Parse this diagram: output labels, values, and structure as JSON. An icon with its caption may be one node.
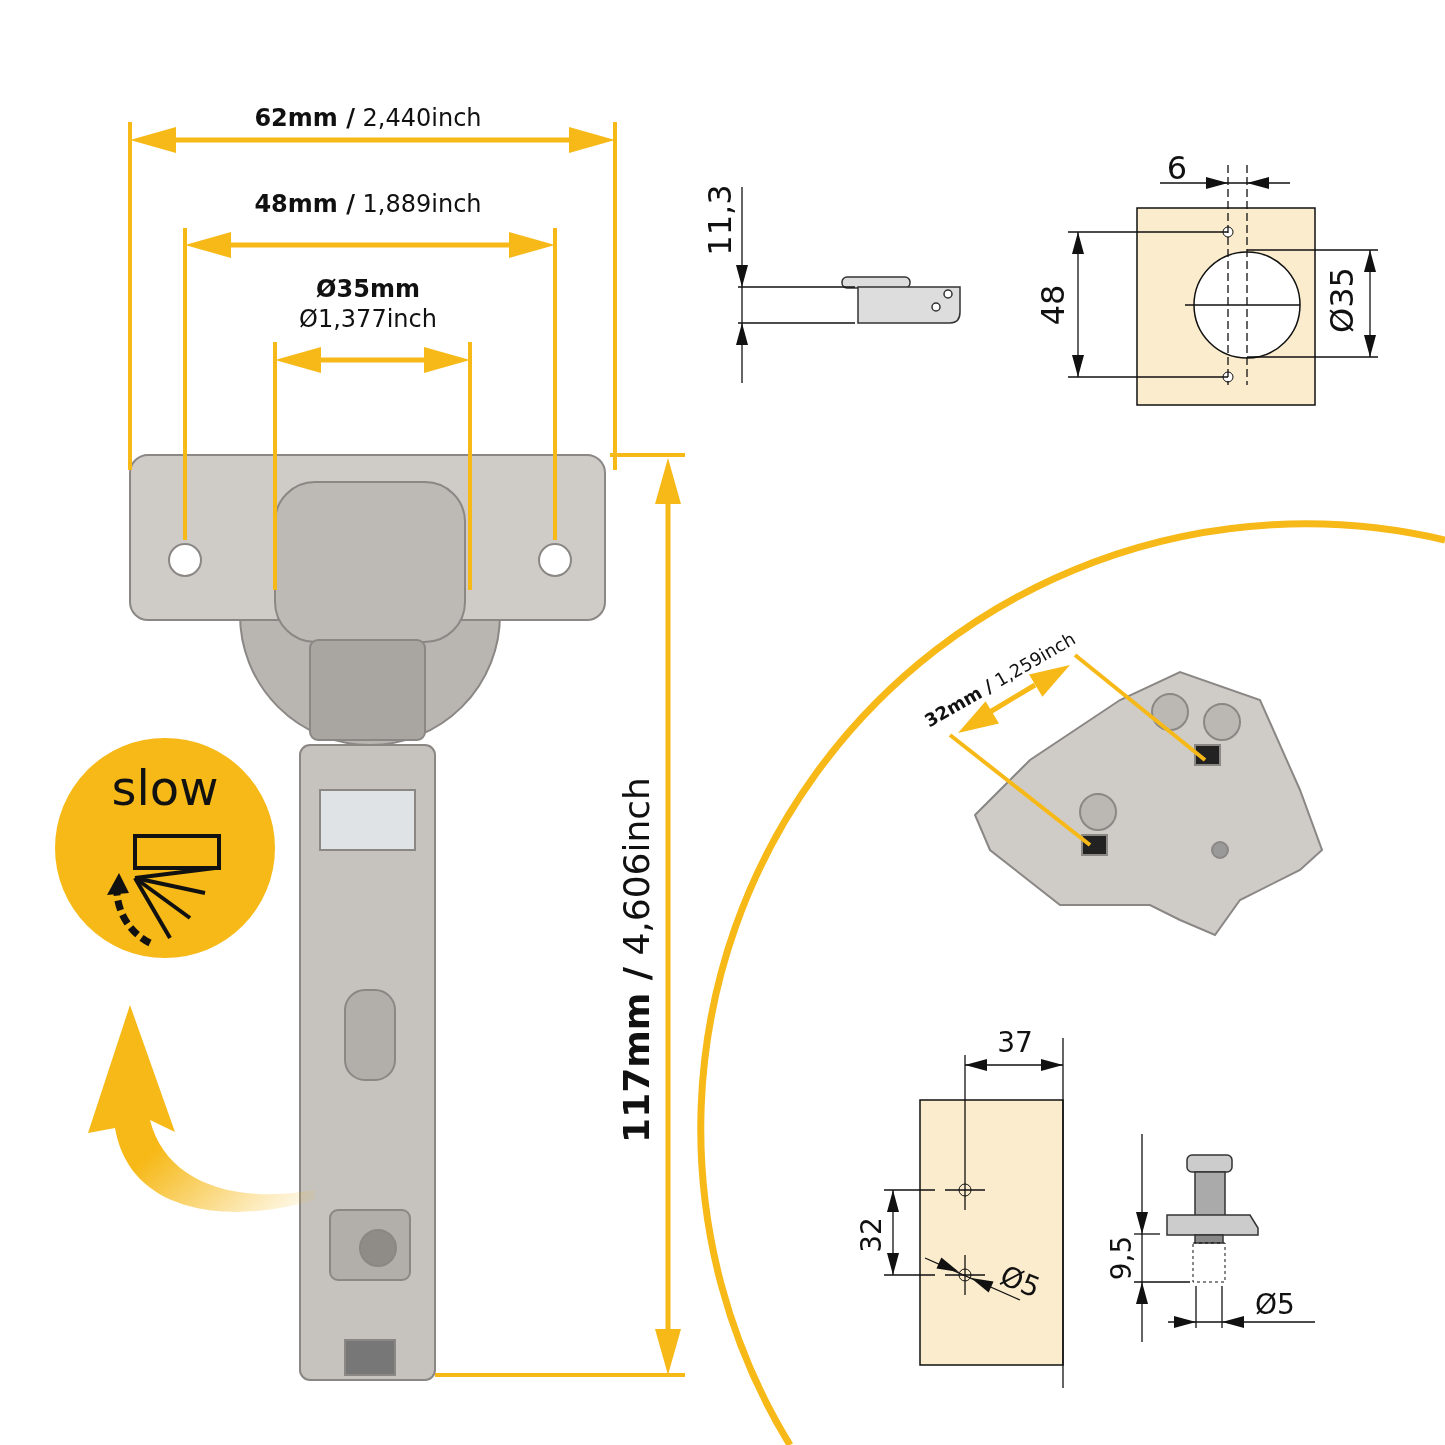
{
  "diagram": {
    "nodes": [
      {
        "text": [
          "slow"
        ]
      }
    ],
    "labels": [
      "**62mm /** 2,440inch",
      "**48mm /** 1,889inch",
      "Ø35mm",
      "Ø1,377inch",
      "**117mm /** 4,606inch",
      "11,3",
      "6",
      "48",
      "Ø35",
      "**32mm /** 1,259inch",
      "37",
      "32",
      "Ø5",
      "9,5",
      "Ø5"
    ]
  }
}
